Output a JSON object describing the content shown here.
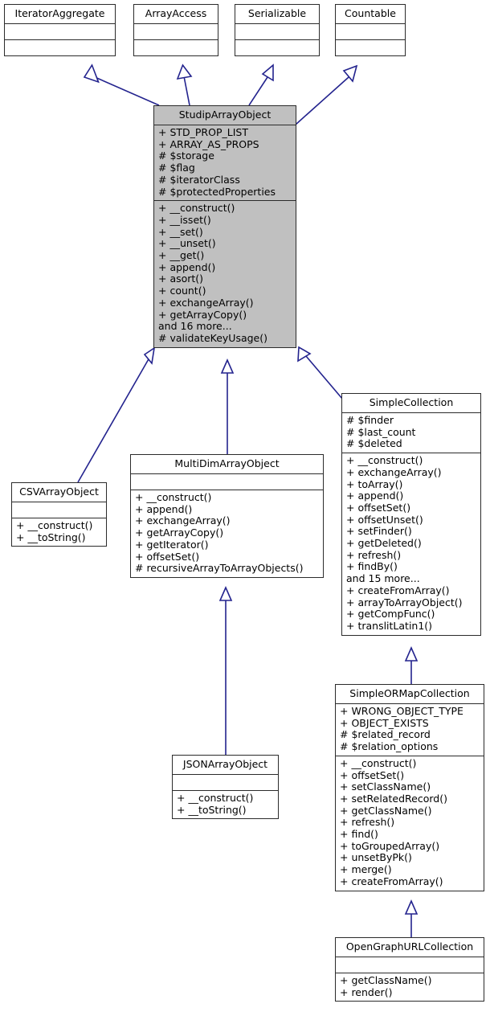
{
  "diagram": {
    "type": "uml-class-inheritance",
    "edge_color": "#23238e",
    "highlight_fill": "#c0c0c0",
    "border_color": "#2b2b2b",
    "background": "#ffffff"
  },
  "nodes": {
    "iterator_aggregate": {
      "name": "IteratorAggregate",
      "attributes": [],
      "operations": []
    },
    "array_access": {
      "name": "ArrayAccess",
      "attributes": [],
      "operations": []
    },
    "serializable": {
      "name": "Serializable",
      "attributes": [],
      "operations": []
    },
    "countable": {
      "name": "Countable",
      "attributes": [],
      "operations": []
    },
    "studip_array_object": {
      "name": "StudipArrayObject",
      "attributes": [
        "+ STD_PROP_LIST",
        "+ ARRAY_AS_PROPS",
        "# $storage",
        "# $flag",
        "# $iteratorClass",
        "# $protectedProperties"
      ],
      "operations": [
        "+ __construct()",
        "+ __isset()",
        "+ __set()",
        "+ __unset()",
        "+ __get()",
        "+ append()",
        "+ asort()",
        "+ count()",
        "+ exchangeArray()",
        "+ getArrayCopy()",
        "and 16 more...",
        "# validateKeyUsage()"
      ]
    },
    "csv_array_object": {
      "name": "CSVArrayObject",
      "attributes": [],
      "operations": [
        "+ __construct()",
        "+ __toString()"
      ]
    },
    "multidim_array_object": {
      "name": "MultiDimArrayObject",
      "attributes": [],
      "operations": [
        "+ __construct()",
        "+ append()",
        "+ exchangeArray()",
        "+ getArrayCopy()",
        "+ getIterator()",
        "+ offsetSet()",
        "# recursiveArrayToArrayObjects()"
      ]
    },
    "json_array_object": {
      "name": "JSONArrayObject",
      "attributes": [],
      "operations": [
        "+ __construct()",
        "+ __toString()"
      ]
    },
    "simple_collection": {
      "name": "SimpleCollection",
      "attributes": [
        "# $finder",
        "# $last_count",
        "# $deleted"
      ],
      "operations": [
        "+ __construct()",
        "+ exchangeArray()",
        "+ toArray()",
        "+ append()",
        "+ offsetSet()",
        "+ offsetUnset()",
        "+ setFinder()",
        "+ getDeleted()",
        "+ refresh()",
        "+ findBy()",
        "and 15 more...",
        "+ createFromArray()",
        "+ arrayToArrayObject()",
        "+ getCompFunc()",
        "+ translitLatin1()"
      ]
    },
    "simple_ormap_collection": {
      "name": "SimpleORMapCollection",
      "attributes": [
        "+ WRONG_OBJECT_TYPE",
        "+ OBJECT_EXISTS",
        "# $related_record",
        "# $relation_options"
      ],
      "operations": [
        "+ __construct()",
        "+ offsetSet()",
        "+ setClassName()",
        "+ setRelatedRecord()",
        "+ getClassName()",
        "+ refresh()",
        "+ find()",
        "+ toGroupedArray()",
        "+ unsetByPk()",
        "+ merge()",
        "+ createFromArray()"
      ]
    },
    "opengraph_url_collection": {
      "name": "OpenGraphURLCollection",
      "attributes": [],
      "operations": [
        "+ getClassName()",
        "+ render()"
      ]
    }
  },
  "edges": [
    {
      "from": "studip_array_object",
      "to": "iterator_aggregate",
      "relation": "implements"
    },
    {
      "from": "studip_array_object",
      "to": "array_access",
      "relation": "implements"
    },
    {
      "from": "studip_array_object",
      "to": "serializable",
      "relation": "implements"
    },
    {
      "from": "studip_array_object",
      "to": "countable",
      "relation": "implements"
    },
    {
      "from": "csv_array_object",
      "to": "studip_array_object",
      "relation": "extends"
    },
    {
      "from": "multidim_array_object",
      "to": "studip_array_object",
      "relation": "extends"
    },
    {
      "from": "simple_collection",
      "to": "studip_array_object",
      "relation": "extends"
    },
    {
      "from": "json_array_object",
      "to": "multidim_array_object",
      "relation": "extends"
    },
    {
      "from": "simple_ormap_collection",
      "to": "simple_collection",
      "relation": "extends"
    },
    {
      "from": "opengraph_url_collection",
      "to": "simple_ormap_collection",
      "relation": "extends"
    }
  ]
}
